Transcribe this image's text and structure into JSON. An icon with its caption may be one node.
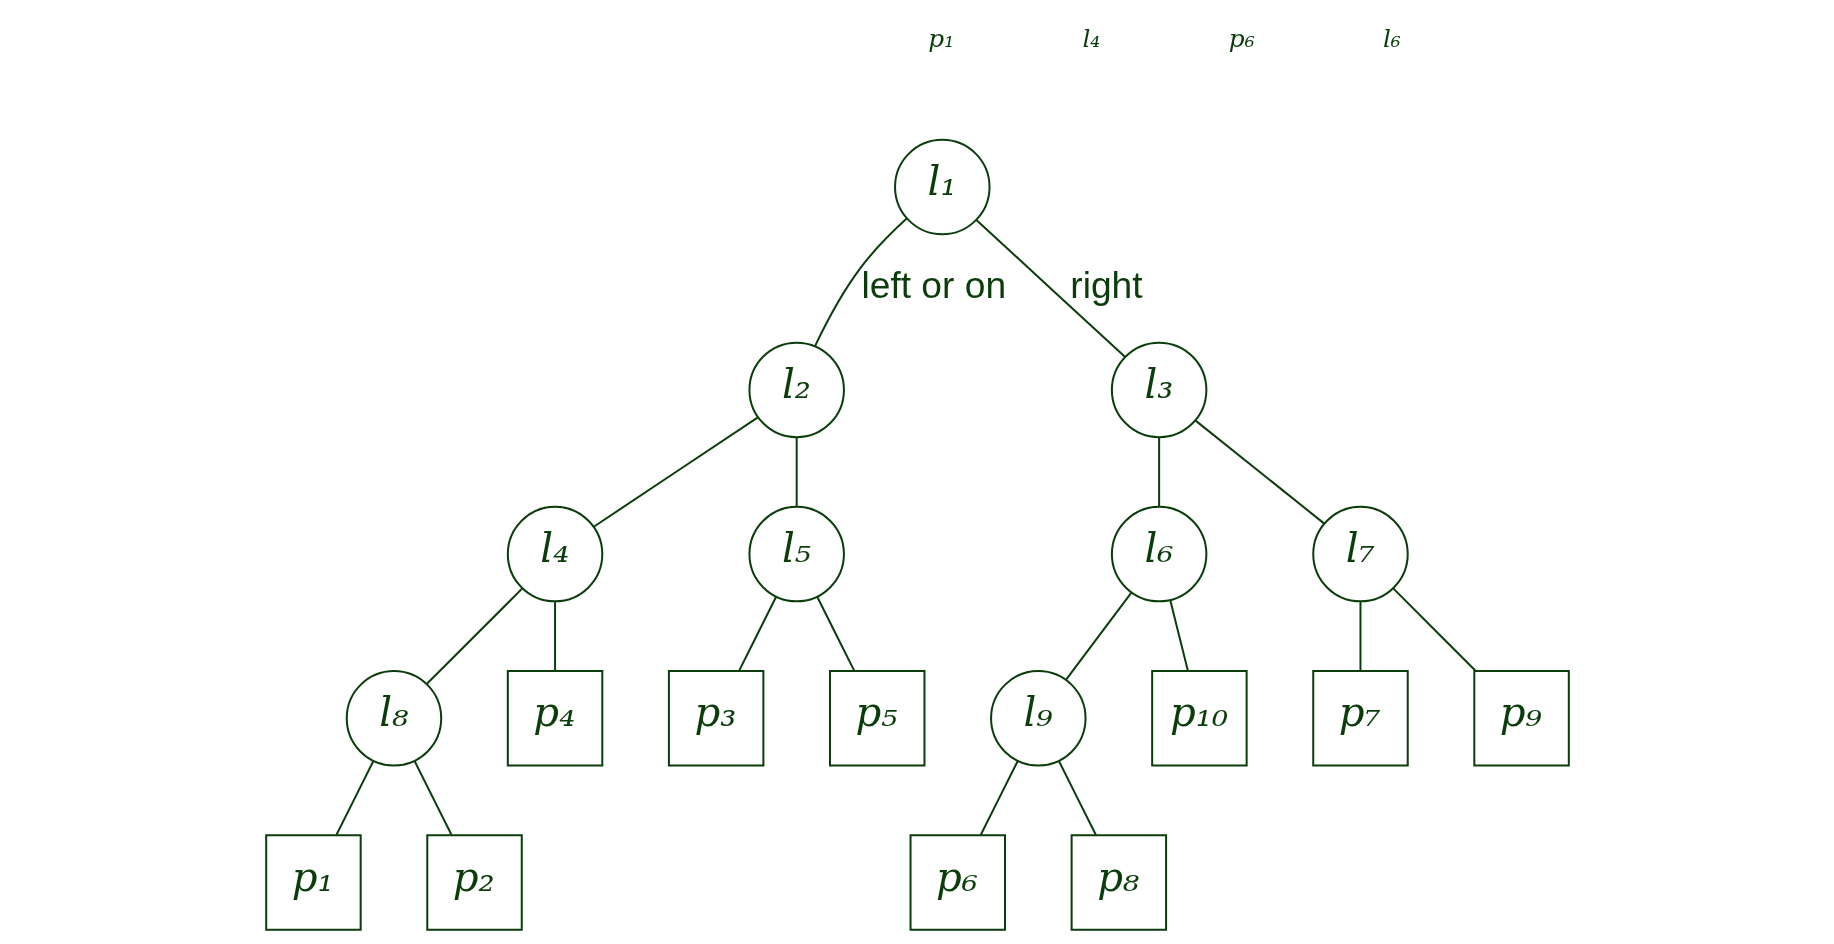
{
  "diagram": {
    "nodes": [
      {
        "text": [
          "l₁"
        ]
      },
      {
        "text": [
          "l₂"
        ]
      },
      {
        "text": [
          "l₃"
        ]
      },
      {
        "text": [
          "l₄"
        ]
      },
      {
        "text": [
          "l₅"
        ]
      },
      {
        "text": [
          "l₆"
        ]
      },
      {
        "text": [
          "l₇"
        ]
      },
      {
        "text": [
          "l₈"
        ]
      },
      {
        "text": [
          "p₄"
        ]
      },
      {
        "text": [
          "p₃"
        ]
      },
      {
        "text": [
          "p₅"
        ]
      },
      {
        "text": [
          "l₉"
        ]
      },
      {
        "text": [
          "p₁₀"
        ]
      },
      {
        "text": [
          "p₇"
        ]
      },
      {
        "text": [
          "p₉"
        ]
      },
      {
        "text": [
          "p₁"
        ]
      },
      {
        "text": [
          "p₂"
        ]
      },
      {
        "text": [
          "p₆"
        ]
      },
      {
        "text": [
          "p₈"
        ]
      }
    ],
    "edges": [
      {
        "from": 0,
        "to": 1,
        "arrow": "none",
        "label": "left or on"
      },
      {
        "from": 0,
        "to": 2,
        "arrow": "none",
        "label": "right"
      },
      {
        "from": 1,
        "to": 3,
        "arrow": "none"
      },
      {
        "from": 1,
        "to": 4,
        "arrow": "none"
      },
      {
        "from": 2,
        "to": 5,
        "arrow": "none"
      },
      {
        "from": 2,
        "to": 6,
        "arrow": "none"
      },
      {
        "from": 3,
        "to": 7,
        "arrow": "none"
      },
      {
        "from": 3,
        "to": 8,
        "arrow": "none"
      },
      {
        "from": 4,
        "to": 9,
        "arrow": "none"
      },
      {
        "from": 4,
        "to": 10,
        "arrow": "none"
      },
      {
        "from": 5,
        "to": 11,
        "arrow": "none"
      },
      {
        "from": 5,
        "to": 12,
        "arrow": "none"
      },
      {
        "from": 6,
        "to": 13,
        "arrow": "none"
      },
      {
        "from": 6,
        "to": 14,
        "arrow": "none"
      },
      {
        "from": 7,
        "to": 15,
        "arrow": "none"
      },
      {
        "from": 7,
        "to": 16,
        "arrow": "none"
      },
      {
        "from": 11,
        "to": 17,
        "arrow": "none"
      },
      {
        "from": 11,
        "to": 18,
        "arrow": "none"
      }
    ],
    "labels": [
      "p₁",
      "l₄",
      "p₆",
      "l₆"
    ]
  }
}
